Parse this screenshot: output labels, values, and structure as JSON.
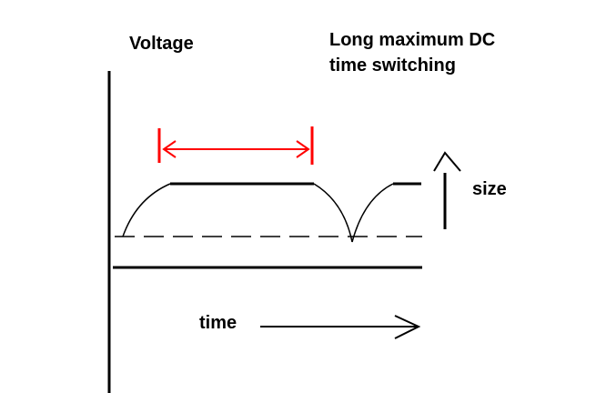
{
  "labels": {
    "voltage": "Voltage",
    "title_line_1": "Long maximum DC",
    "title_line_2": "time switching",
    "size": "size",
    "time": "time"
  },
  "colors": {
    "ink": "#000000",
    "accent": "#ff0000",
    "background": "#ffffff"
  }
}
